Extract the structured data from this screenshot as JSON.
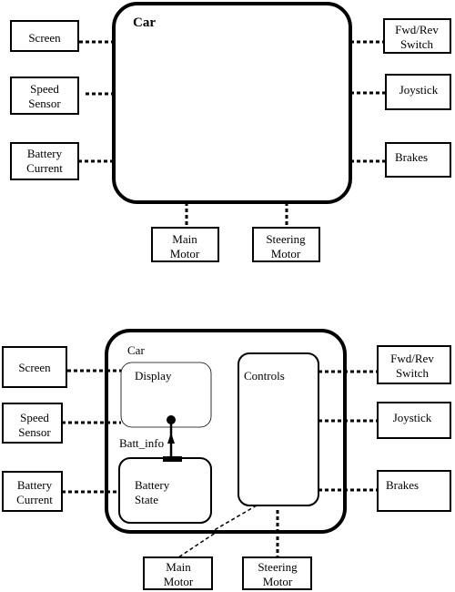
{
  "diagram1": {
    "container_label": "Car",
    "left_ports": [
      {
        "lines": [
          "Screen"
        ]
      },
      {
        "lines": [
          "Speed",
          "Sensor"
        ]
      },
      {
        "lines": [
          "Battery",
          "Current"
        ]
      }
    ],
    "right_ports": [
      {
        "lines": [
          "Fwd/Rev",
          "Switch"
        ]
      },
      {
        "lines": [
          "Joystick"
        ]
      },
      {
        "lines": [
          "Brakes"
        ]
      }
    ],
    "bottom_ports": [
      {
        "lines": [
          "Main",
          "Motor"
        ]
      },
      {
        "lines": [
          "Steering",
          "Motor"
        ]
      }
    ]
  },
  "diagram2": {
    "container_label": "Car",
    "display_label": "Display",
    "controls_label": "Controls",
    "connector_label": "Batt_info",
    "battery_state_lines": [
      "Battery",
      "State"
    ],
    "left_ports": [
      {
        "lines": [
          "Screen"
        ]
      },
      {
        "lines": [
          "Speed",
          "Sensor"
        ]
      },
      {
        "lines": [
          "Battery",
          "Current"
        ]
      }
    ],
    "right_ports": [
      {
        "lines": [
          "Fwd/Rev",
          "Switch"
        ]
      },
      {
        "lines": [
          "Joystick"
        ]
      },
      {
        "lines": [
          "Brakes"
        ]
      }
    ],
    "bottom_ports": [
      {
        "lines": [
          "Main",
          "Motor"
        ]
      },
      {
        "lines": [
          "Steering",
          "Motor"
        ]
      }
    ]
  }
}
